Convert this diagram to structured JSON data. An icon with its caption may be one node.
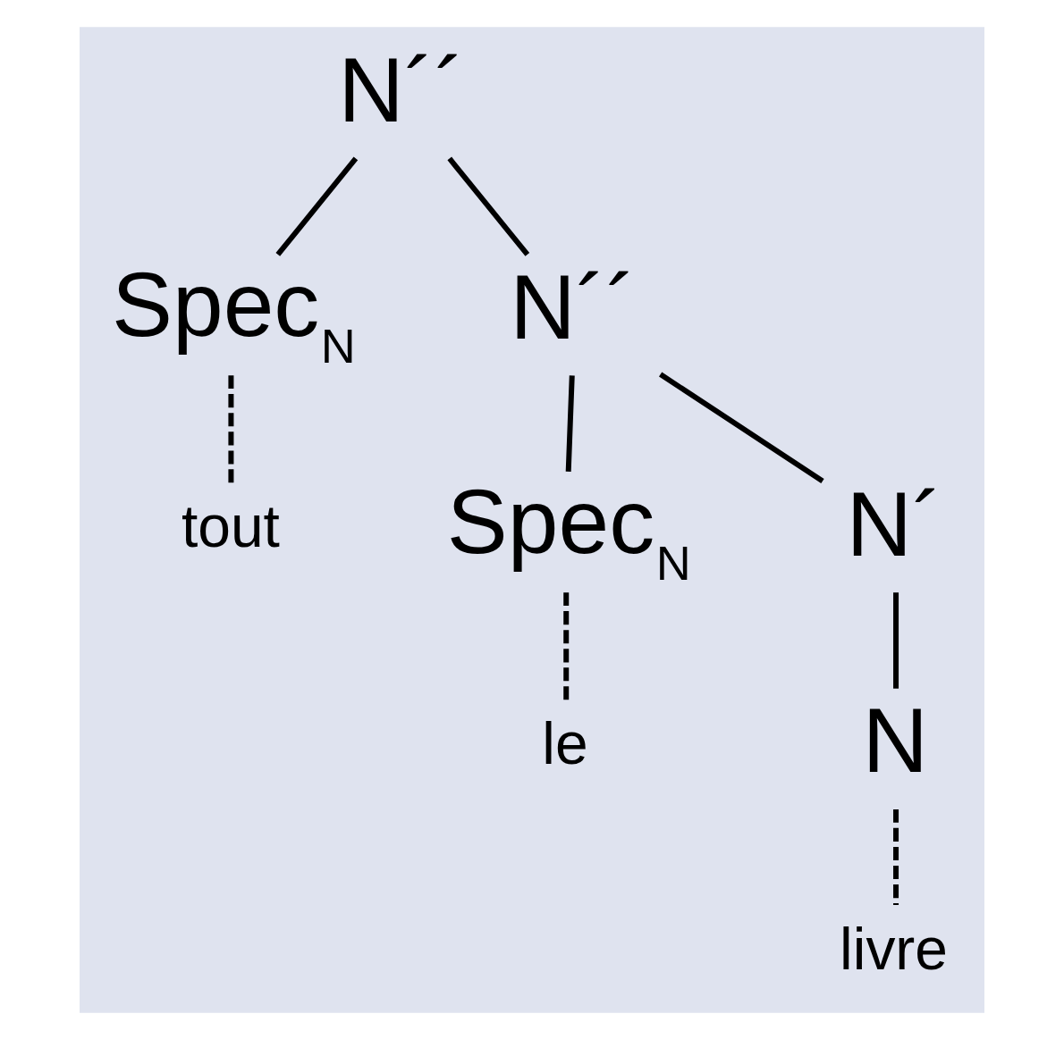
{
  "diagram": {
    "nodes": [
      {
        "text": [
          "N´´"
        ]
      },
      {
        "text": [
          "Spec$_{N}$"
        ]
      },
      {
        "text": [
          "N´´"
        ]
      },
      {
        "text": [
          "Spec$_{N}$"
        ]
      },
      {
        "text": [
          "N´"
        ]
      },
      {
        "text": [
          "N"
        ]
      },
      {
        "text": [
          "tout"
        ]
      },
      {
        "text": [
          "le"
        ]
      },
      {
        "text": [
          "livre"
        ]
      }
    ],
    "edges": [
      {
        "from": 0,
        "to": 1,
        "arrow": "none"
      },
      {
        "from": 0,
        "to": 2,
        "arrow": "none"
      },
      {
        "from": 2,
        "to": 3,
        "arrow": "none"
      },
      {
        "from": 2,
        "to": 4,
        "arrow": "none"
      },
      {
        "from": 4,
        "to": 5,
        "arrow": "none"
      },
      {
        "from": 1,
        "to": 6,
        "arrow": "none",
        "style": "dashed"
      },
      {
        "from": 3,
        "to": 7,
        "arrow": "none",
        "style": "dashed"
      },
      {
        "from": 5,
        "to": 8,
        "arrow": "none",
        "style": "dashed"
      }
    ]
  }
}
